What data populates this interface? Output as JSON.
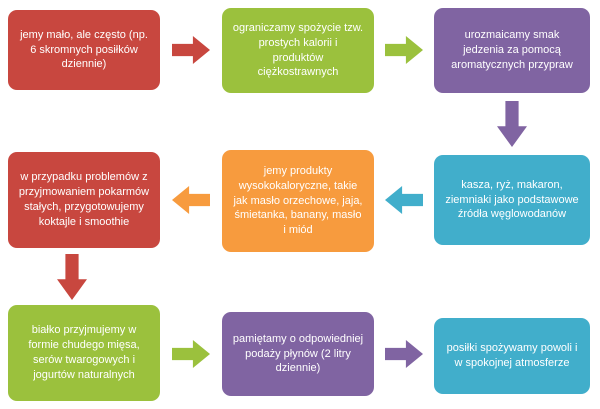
{
  "title": "diet-advice-flowchart",
  "colors": {
    "red": "#C8473F",
    "green": "#9BC13D",
    "purple": "#8064A2",
    "teal": "#41AECB",
    "orange": "#F79B3E"
  },
  "boxes": [
    {
      "id": 1,
      "text": "jemy mało, ale często (np. 6 skromnych posiłków dziennie)",
      "color": "#C8473F"
    },
    {
      "id": 2,
      "text": "ograniczamy spożycie tzw. prostych kalorii i produktów ciężkostrawnych",
      "color": "#9BC13D"
    },
    {
      "id": 3,
      "text": "urozmaicamy smak jedzenia za pomocą aromatycznych przypraw",
      "color": "#8064A2"
    },
    {
      "id": 4,
      "text": "kasza, ryż, makaron, ziemniaki jako podstawowe źródła węglowodanów",
      "color": "#41AECB"
    },
    {
      "id": 5,
      "text": "jemy produkty wysokokaloryczne, takie jak masło orzechowe, jaja, śmietanka, banany, masło i miód",
      "color": "#F79B3E"
    },
    {
      "id": 6,
      "text": "w przypadku problemów z przyjmowaniem pokarmów stałych, przygotowujemy koktajle i smoothie",
      "color": "#C8473F"
    },
    {
      "id": 7,
      "text": "białko przyjmujemy w formie chudego mięsa, serów twarogowych i jogurtów naturalnych",
      "color": "#9BC13D"
    },
    {
      "id": 8,
      "text": "pamiętamy o odpowiedniej podaży płynów (2 litry dziennie)",
      "color": "#8064A2"
    },
    {
      "id": 9,
      "text": "posiłki spożywamy powoli i w spokojnej atmosferze",
      "color": "#41AECB"
    }
  ],
  "arrows": [
    {
      "from": 1,
      "to": 2,
      "direction": "right",
      "color": "#C8473F"
    },
    {
      "from": 2,
      "to": 3,
      "direction": "right",
      "color": "#9BC13D"
    },
    {
      "from": 3,
      "to": 4,
      "direction": "down",
      "color": "#8064A2"
    },
    {
      "from": 4,
      "to": 5,
      "direction": "left",
      "color": "#41AECB"
    },
    {
      "from": 5,
      "to": 6,
      "direction": "left",
      "color": "#F79B3E"
    },
    {
      "from": 6,
      "to": 7,
      "direction": "down",
      "color": "#C8473F"
    },
    {
      "from": 7,
      "to": 8,
      "direction": "right",
      "color": "#9BC13D"
    },
    {
      "from": 8,
      "to": 9,
      "direction": "right",
      "color": "#8064A2"
    }
  ]
}
